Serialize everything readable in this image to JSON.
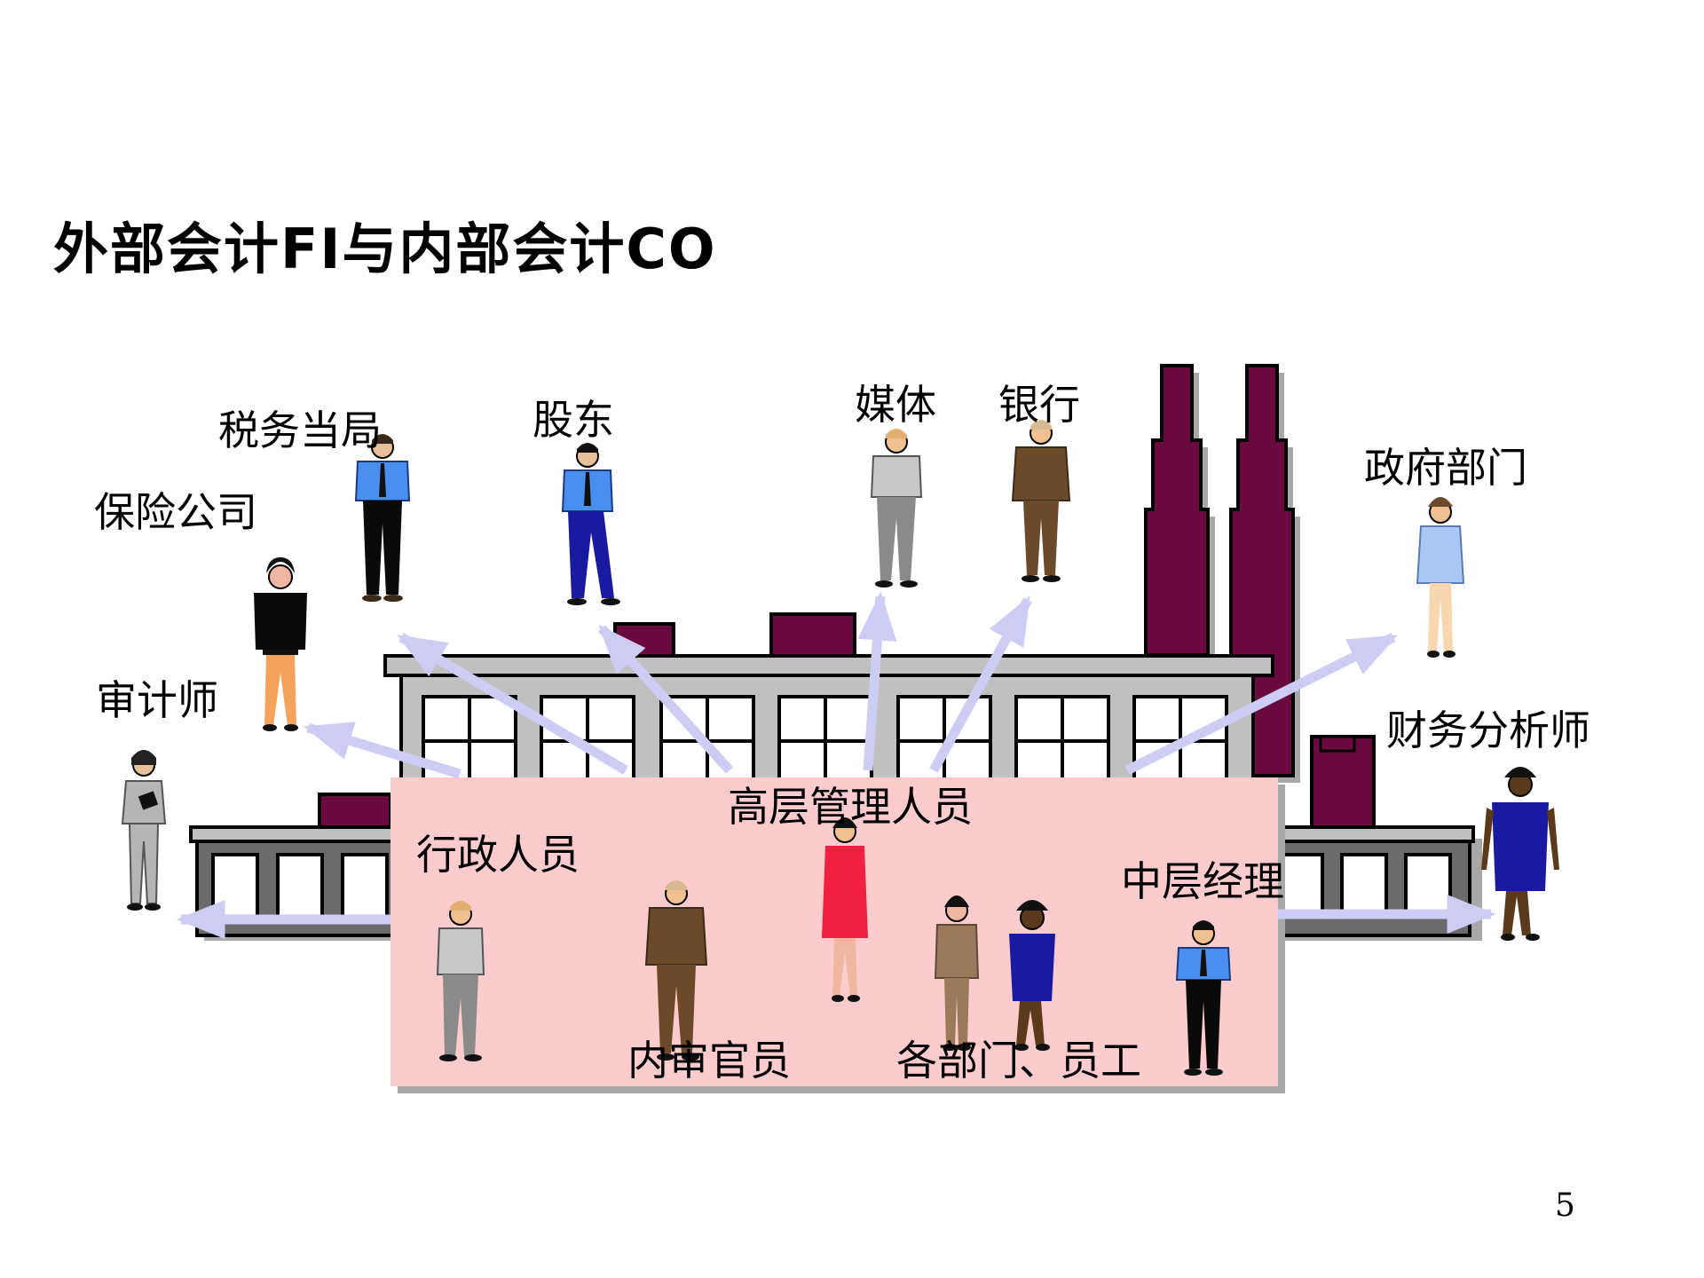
{
  "slide": {
    "title": "外部会计FI与内部会计CO",
    "page_number": "5"
  },
  "external_parties": {
    "tax_authority": "税务当局",
    "insurance_company": "保险公司",
    "auditor": "审计师",
    "shareholders": "股东",
    "media": "媒体",
    "bank": "银行",
    "government": "政府部门",
    "financial_analyst": "财务分析师"
  },
  "internal_parties": {
    "senior_management": "高层管理人员",
    "administrative_staff": "行政人员",
    "middle_managers": "中层经理",
    "internal_auditors": "内审官员",
    "departments_staff": "各部门、员工"
  },
  "colors": {
    "chimney": "#6b0a3f",
    "building": "#c0c0c0",
    "internal_box": "#fccccc",
    "arrow": "#ccccf5"
  }
}
